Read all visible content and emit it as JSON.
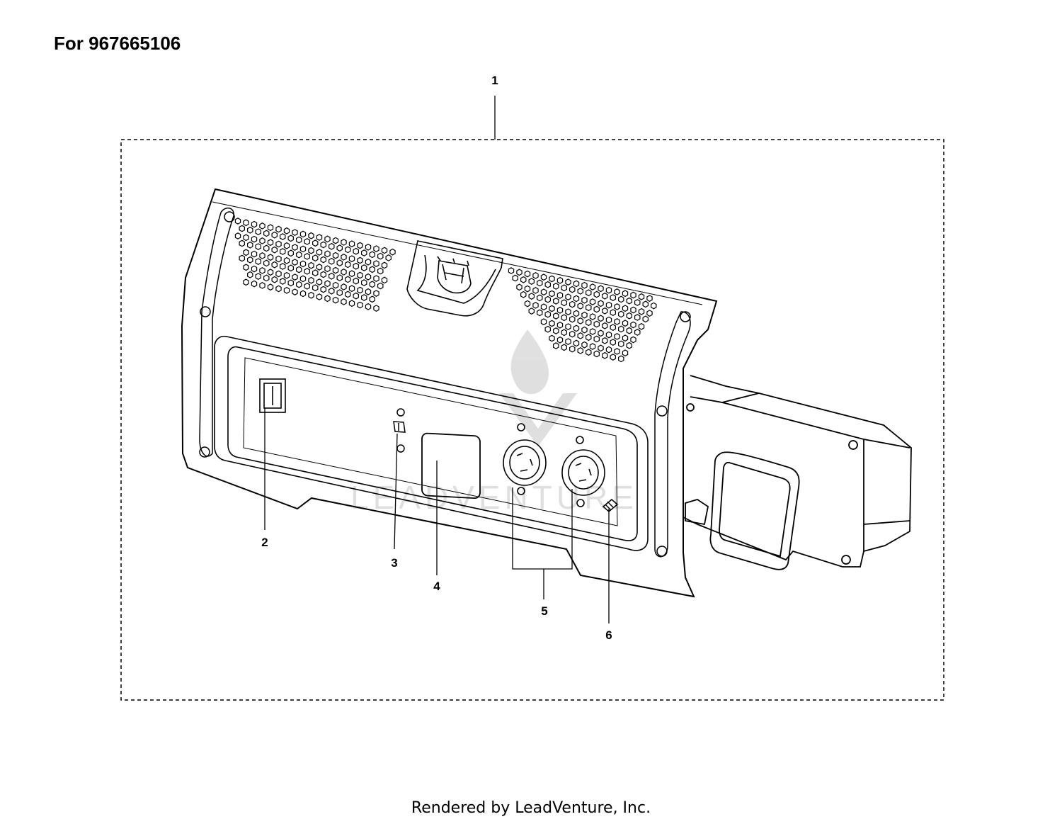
{
  "heading": "For 967665106",
  "footer": "Rendered by LeadVenture, Inc.",
  "watermark": "LEADVENTURE",
  "callouts": [
    {
      "label": "1"
    },
    {
      "label": "2"
    },
    {
      "label": "3"
    },
    {
      "label": "4"
    },
    {
      "label": "5"
    },
    {
      "label": "6"
    }
  ]
}
